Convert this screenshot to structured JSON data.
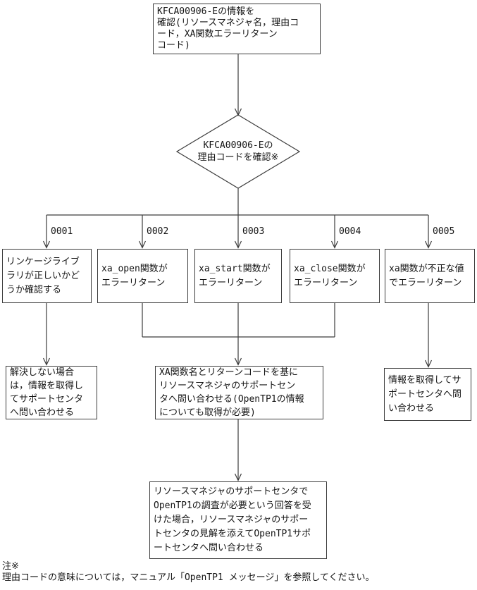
{
  "flowchart": {
    "title_hint": "KFCA00906-E troubleshooting flowchart",
    "colors": {
      "line": "#3c3c3c",
      "text": "#141414",
      "background": "#ffffff"
    },
    "start_box": "KFCA00906-Eの情報を\n確認(リソースマネジャ名，理由コ\nード，XA関数エラーリターン\nコード)",
    "decision": "KFCA00906-Eの\n理由コードを確認※",
    "branches": [
      {
        "code": "0001",
        "action": "リンケージライブ\nラリが正しいかど\nうか確認する"
      },
      {
        "code": "0002",
        "action": "xa_open関数が\nエラーリターン"
      },
      {
        "code": "0003",
        "action": "xa_start関数が\nエラーリターン"
      },
      {
        "code": "0004",
        "action": "xa_close関数が\nエラーリターン"
      },
      {
        "code": "0005",
        "action": "xa関数が不正な値\nでエラーリターン"
      }
    ],
    "followups": {
      "left": "解決しない場合\nは，情報を取得し\nてサポートセンタ\nへ問い合わせる",
      "middle": "XA関数名とリターンコードを基に\nリソースマネジャのサポートセン\nタへ問い合わせる(OpenTP1の情報\nについても取得が必要)",
      "right": "情報を取得してサ\nポートセンタへ問\nい合わせる"
    },
    "final_box": "リソースマネジャのサポートセンタで\nOpenTP1の調査が必要という回答を受\nけた場合，リソースマネジャのサポー\nトセンタの見解を添えてOpenTP1サポ\nートセンタへ問い合わせる",
    "note": {
      "label": "注※",
      "text": "理由コードの意味については，マニュアル「OpenTP1 メッセージ」を参照してください。"
    }
  }
}
